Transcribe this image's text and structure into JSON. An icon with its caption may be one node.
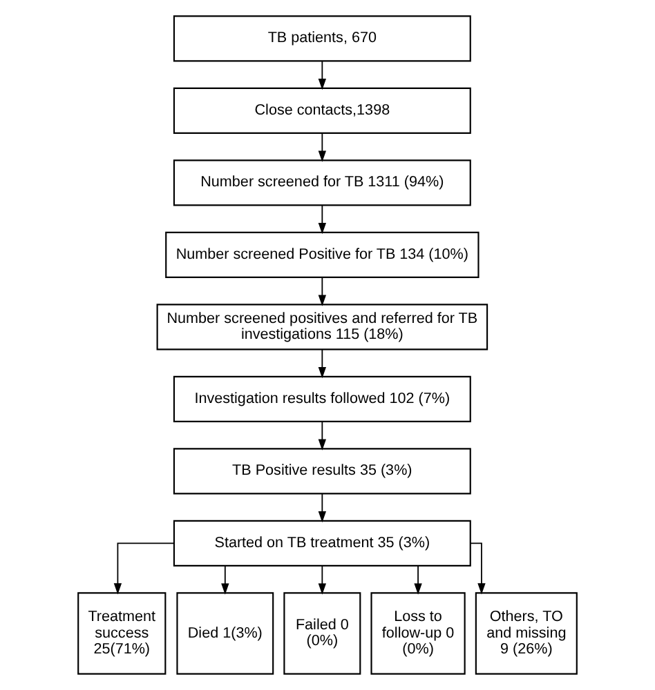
{
  "diagram": {
    "nodes": [
      {
        "text": [
          "TB patients, 670"
        ]
      },
      {
        "text": [
          "Close contacts,1398"
        ]
      },
      {
        "text": [
          "Number screened for TB 1311 (94%)"
        ]
      },
      {
        "text": [
          "Number screened Positive for TB 134 (10%)"
        ]
      },
      {
        "text": [
          "Number screened positives and referred for TB investigations 115 (18%)"
        ]
      },
      {
        "text": [
          "Investigation results followed 102 (7%)"
        ]
      },
      {
        "text": [
          "TB Positive results 35 (3%)"
        ]
      },
      {
        "text": [
          "Started on TB treatment 35 (3%)"
        ]
      },
      {
        "text": [
          "Treatment success 25(71%)"
        ]
      },
      {
        "text": [
          "Died 1(3%)"
        ]
      },
      {
        "text": [
          "Failed 0 (0%)"
        ]
      },
      {
        "text": [
          "Loss to follow-up 0 (0%)"
        ]
      },
      {
        "text": [
          "Others, TO and missing 9 (26%)"
        ]
      }
    ],
    "edges": [
      {
        "from": 0,
        "to": 1,
        "arrow": "to"
      },
      {
        "from": 1,
        "to": 2,
        "arrow": "to"
      },
      {
        "from": 2,
        "to": 3,
        "arrow": "to"
      },
      {
        "from": 3,
        "to": 4,
        "arrow": "to"
      },
      {
        "from": 4,
        "to": 5,
        "arrow": "to"
      },
      {
        "from": 5,
        "to": 6,
        "arrow": "to"
      },
      {
        "from": 6,
        "to": 7,
        "arrow": "to"
      },
      {
        "from": 7,
        "to": 8,
        "arrow": "to"
      },
      {
        "from": 7,
        "to": 9,
        "arrow": "to"
      },
      {
        "from": 7,
        "to": 10,
        "arrow": "to"
      },
      {
        "from": 7,
        "to": 11,
        "arrow": "to"
      },
      {
        "from": 7,
        "to": 12,
        "arrow": "to"
      }
    ]
  }
}
